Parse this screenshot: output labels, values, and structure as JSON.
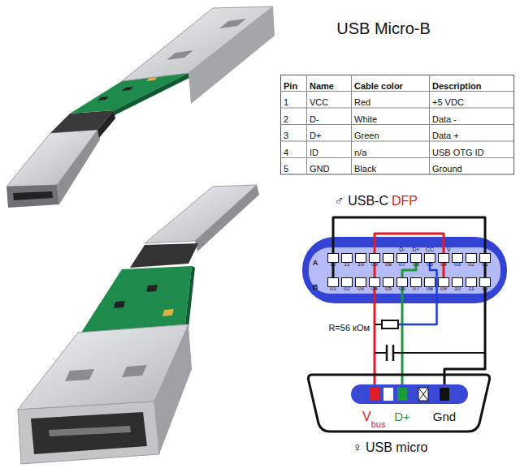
{
  "diagram": {
    "title": "USB Micro-B",
    "labels": [
      "Pin",
      "Name",
      "Cable color",
      "Description",
      "1",
      "VCC",
      "Red",
      "+5 VDC",
      "2",
      "D-",
      "White",
      "Data -",
      "3",
      "D+",
      "Green",
      "Data +",
      "4",
      "ID",
      "n/a",
      "USB OTG ID",
      "5",
      "GND",
      "Black",
      "Ground",
      "♂ USB-C",
      "DFP",
      "D-",
      "D+",
      "CC",
      "V",
      "A",
      "B",
      "12",
      "11",
      "10",
      "09",
      "08",
      "07",
      "06",
      "05",
      "04",
      "03",
      "02",
      "01",
      "01",
      "02",
      "03",
      "04",
      "05",
      "06",
      "07",
      "08",
      "09",
      "10",
      "11",
      "12",
      "R=56 кОм",
      "V",
      "bus",
      "D+",
      "Gnd",
      "♀ USB micro"
    ]
  }
}
